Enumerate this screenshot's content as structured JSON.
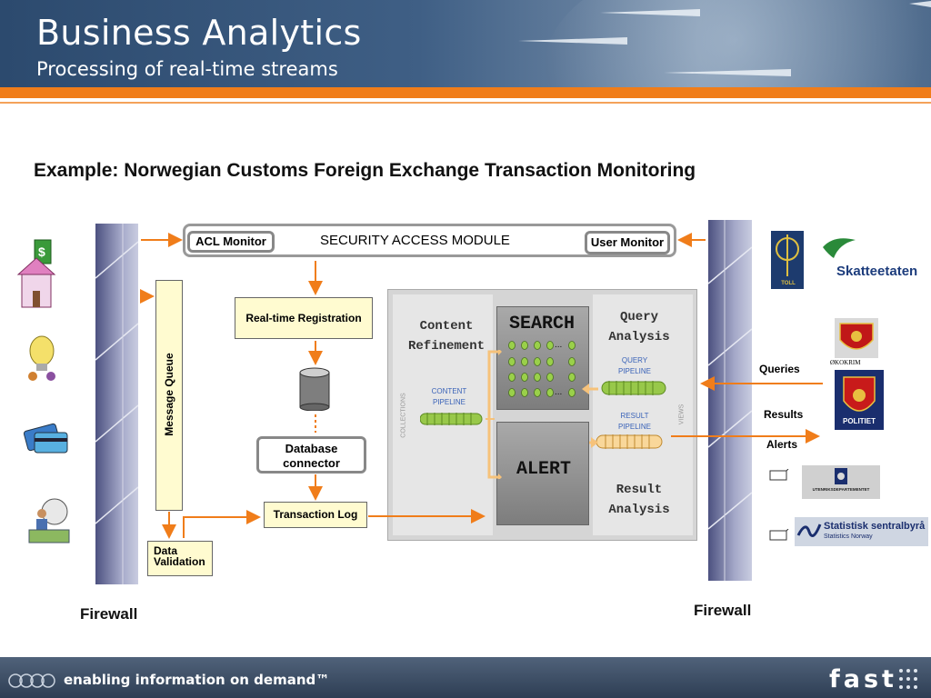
{
  "header": {
    "title": "Business Analytics",
    "subtitle": "Processing of real-time streams"
  },
  "heading": "Example: Norwegian Customs Foreign Exchange Transaction Monitoring",
  "security": {
    "module_label": "SECURITY ACCESS MODULE",
    "acl_monitor": "ACL Monitor",
    "user_monitor": "User Monitor"
  },
  "left_flow": {
    "message_queue": "Message Queue",
    "realtime_registration": "Real-time Registration",
    "database_connector": "Database connector",
    "transaction_log": "Transaction Log",
    "data_validation": "Data Validation"
  },
  "engine": {
    "content_refinement": "Content Refinement",
    "search": "SEARCH",
    "alert": "ALERT",
    "query_analysis": "Query Analysis",
    "result_analysis": "Result Analysis",
    "content_pipeline": "CONTENT PIPELINE",
    "query_pipeline": "QUERY PIPELINE",
    "result_pipeline": "RESULT PIPELINE",
    "collections": "COLLECTIONS",
    "views": "VIEWS"
  },
  "right_side": {
    "queries": "Queries",
    "results": "Results",
    "alerts": "Alerts",
    "okokrim": "ØKOKRIM",
    "politiet": "POLITIET",
    "toll": "TOLL",
    "skatteetaten": "Skatteetaten",
    "ud": "UTENRIKSDEPARTEMENTET",
    "ssb": "Statistisk sentralbyrå",
    "ssb_sub": "Statistics Norway"
  },
  "firewall_left": "Firewall",
  "firewall_right": "Firewall",
  "footer": {
    "tagline": "enabling information on demand™",
    "logo": "fast"
  },
  "colors": {
    "orange": "#f07d1a",
    "header_blue": "#2c4a6e",
    "green_pipe": "#98c84a",
    "yellow_box": "#fffbd0"
  }
}
